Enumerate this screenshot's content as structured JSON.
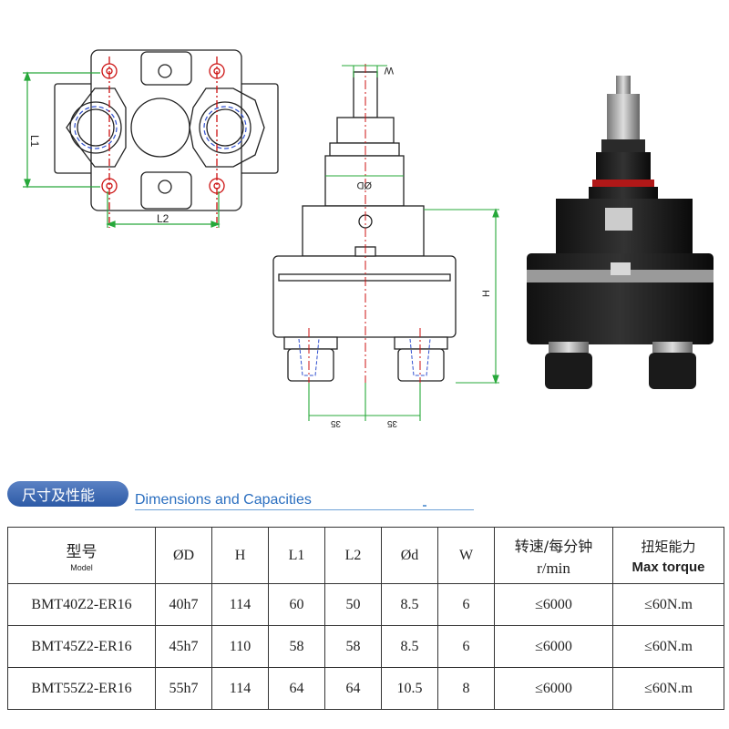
{
  "drawing": {
    "label_l1": "L1",
    "label_l2": "L2",
    "label_w": "W",
    "label_od": "ØD",
    "label_h": "H",
    "label_35_left": "35",
    "label_35_right": "35"
  },
  "section": {
    "title_zh": "尺寸及性能",
    "title_en": "Dimensions and Capacities"
  },
  "table": {
    "headers": {
      "model_zh": "型号",
      "model_en": "Model",
      "od": "ØD",
      "h": "H",
      "l1": "L1",
      "l2": "L2",
      "d": "Ød",
      "w": "W",
      "speed_zh": "转速/每分钟",
      "speed_unit": "r/min",
      "torque_zh": "扭矩能力",
      "torque_en": "Max torque"
    },
    "rows": [
      {
        "model": "BMT40Z2-ER16",
        "od": "40h7",
        "h": "114",
        "l1": "60",
        "l2": "50",
        "d": "8.5",
        "w": "6",
        "speed": "≤6000",
        "torque": "≤60N.m"
      },
      {
        "model": "BMT45Z2-ER16",
        "od": "45h7",
        "h": "110",
        "l1": "58",
        "l2": "58",
        "d": "8.5",
        "w": "6",
        "speed": "≤6000",
        "torque": "≤60N.m"
      },
      {
        "model": "BMT55Z2-ER16",
        "od": "55h7",
        "h": "114",
        "l1": "64",
        "l2": "64",
        "d": "10.5",
        "w": "8",
        "speed": "≤6000",
        "torque": "≤60N.m"
      }
    ]
  }
}
